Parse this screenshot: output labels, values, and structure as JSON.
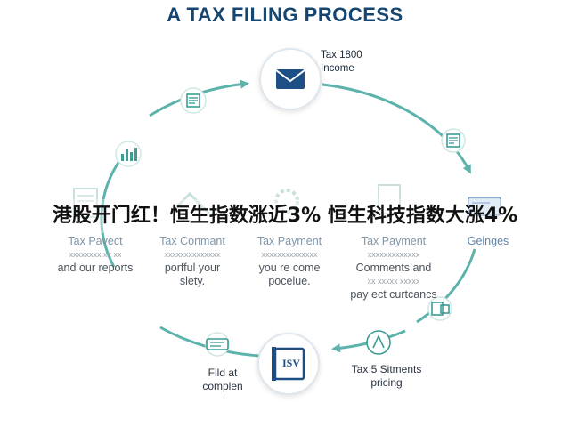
{
  "title": "A TAX FILING PROCESS",
  "nodes": {
    "top": {
      "line1": "Tax 1800",
      "line2": "Income"
    },
    "bottom": {
      "badge": "ISV"
    },
    "stage1": {
      "head": "Tax Pavect",
      "line1": "xxxxxxxx xx xx",
      "line2": "and our reports"
    },
    "stage2": {
      "head": "Tax Conmant",
      "line1": "xxxxxxxxxxxxxx",
      "line2": "porfful your",
      "line3": "slety."
    },
    "stage3": {
      "head": "Tax Payment",
      "line1": "xxxxxxxxxxxxxx",
      "line2": "you re come",
      "line3": "pocelue."
    },
    "stage4": {
      "head": "Tax Payment",
      "line1": "xxxxxxxxxxxxx",
      "line2": "Comments and",
      "line3": "xx xxxxx xxxxx",
      "line4": "pay ect curtcancs"
    },
    "stage5": {
      "head": "Gelnges"
    },
    "bottom_right": {
      "line1": "Tax 5 Sitments",
      "line2": "pricing"
    },
    "bottom_left": {
      "line1": "Fild at",
      "line2": "complen"
    }
  },
  "overlay_headline": "港股开门红！恒生指数涨近3% 恒生科技指数大涨4%",
  "colors": {
    "ring": "#5db3ac",
    "navy": "#1d4f86",
    "title": "#16466f",
    "icon_teal": "#3d9c94"
  },
  "icons": [
    "envelope-icon",
    "document-icon",
    "bar-chart-icon",
    "invoice-icon",
    "receipt-icon",
    "tax-document-icon",
    "payment-card-icon",
    "person-tag-icon",
    "cash-icon"
  ]
}
